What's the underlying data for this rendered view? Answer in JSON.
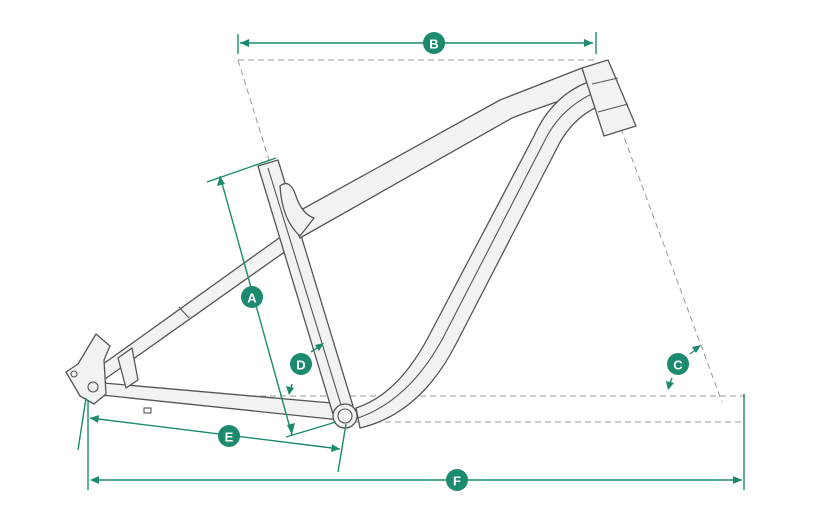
{
  "diagram": {
    "colors": {
      "accent": "#1b8a6e",
      "frame_stroke": "#555555",
      "frame_fill": "#f2f2f2",
      "reference_line": "#9a9a9a"
    },
    "labels": {
      "A": "A",
      "B": "B",
      "C": "C",
      "D": "D",
      "E": "E",
      "F": "F"
    }
  }
}
